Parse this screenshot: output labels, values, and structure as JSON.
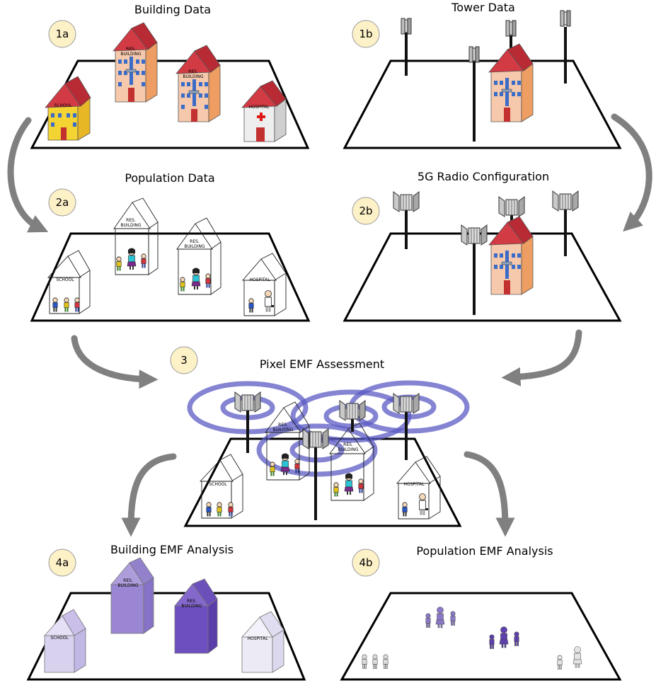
{
  "panels": {
    "building_data": {
      "badge": "1a",
      "title": "Building Data"
    },
    "tower_data": {
      "badge": "1b",
      "title": "Tower Data"
    },
    "population_data": {
      "badge": "2a",
      "title": "Population Data"
    },
    "radio_config": {
      "badge": "2b",
      "title": "5G Radio Configuration"
    },
    "pixel_emf": {
      "badge": "3",
      "title": "Pixel EMF Assessment"
    },
    "building_emf": {
      "badge": "4a",
      "title": "Building EMF Analysis"
    },
    "population_emf": {
      "badge": "4b",
      "title": "Population EMF Analysis"
    }
  },
  "building_labels": {
    "school": "SCHOOL",
    "res1": "RES.",
    "res2": "BUILDING",
    "hospital": "HOSPITAL"
  },
  "colors": {
    "badge_fill": "#fdf1c8",
    "badge_stroke": "#9a9a9a",
    "arrow": "#808080",
    "roof": "#d23a44",
    "wall_front": "#f6c9ad",
    "wall_side": "#ee9e62",
    "school_front": "#f3d432",
    "school_side": "#e8b726",
    "ring": "#5b5bc4",
    "purple_light": "#d8d2ef",
    "purple_mid": "#9a86d2",
    "purple_dark": "#6e4fc0",
    "purple_pale": "#ecebf5"
  },
  "icons": [
    "radio-tower-icon",
    "building-icon",
    "person-icon",
    "emf-ring-icon",
    "flow-arrow-icon"
  ]
}
